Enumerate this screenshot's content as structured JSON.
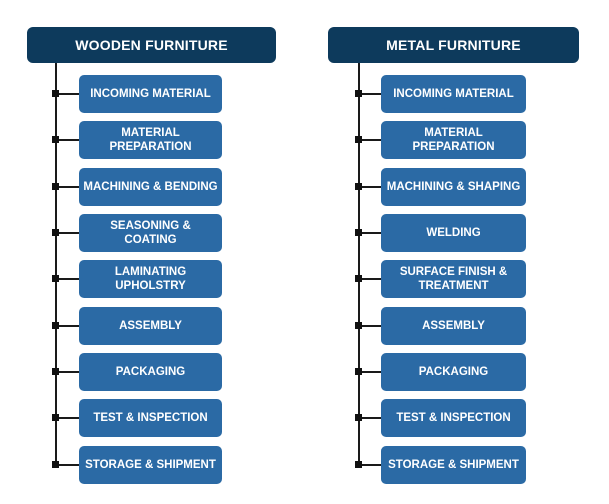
{
  "colors": {
    "header_bg": "#0d3a5c",
    "box_bg": "#2b6aa5",
    "text": "#ffffff",
    "line": "#1a1a1a"
  },
  "wooden": {
    "title": "WOODEN FURNITURE",
    "steps": [
      "INCOMING MATERIAL",
      "MATERIAL\nPREPARATION",
      "MACHINING & BENDING",
      "SEASONING & COATING",
      "LAMINATING\nUPHOLSTRY",
      "ASSEMBLY",
      "PACKAGING",
      "TEST & INSPECTION",
      "STORAGE & SHIPMENT"
    ]
  },
  "metal": {
    "title": "METAL FURNITURE",
    "steps": [
      "INCOMING MATERIAL",
      "MATERIAL\nPREPARATION",
      "MACHINING & SHAPING",
      "WELDING",
      "SURFACE FINISH &\nTREATMENT",
      "ASSEMBLY",
      "PACKAGING",
      "TEST & INSPECTION",
      "STORAGE & SHIPMENT"
    ]
  }
}
